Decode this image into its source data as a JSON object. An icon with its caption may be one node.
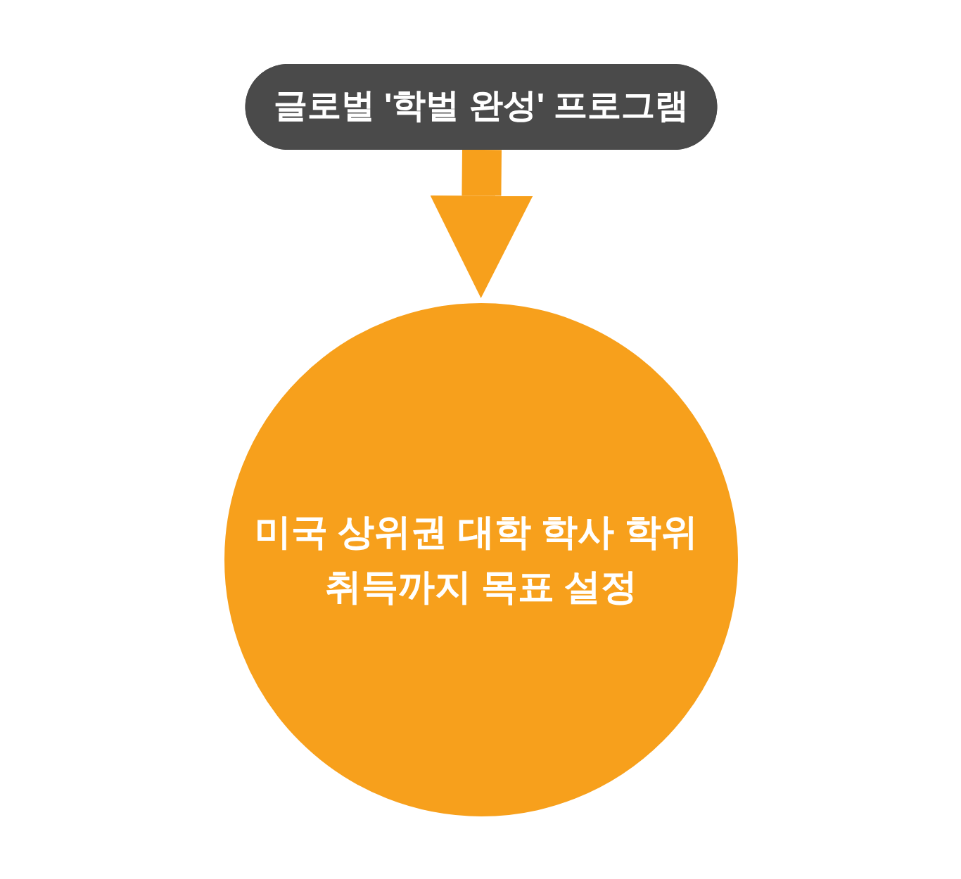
{
  "diagram": {
    "nodes": [
      {
        "text": [
          "글로벌 '학벌 완성' 프로그램"
        ]
      },
      {
        "text": [
          "미국 상위권 대학 학사 학위 취득까지 목표 설정"
        ]
      }
    ],
    "edges": [
      {
        "from": 0,
        "to": 1,
        "arrow": "to"
      }
    ]
  }
}
